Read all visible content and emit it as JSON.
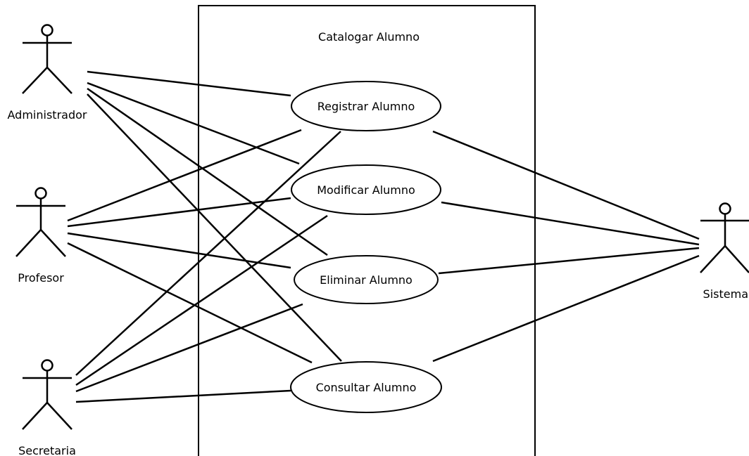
{
  "system_boundary": {
    "title": "Catalogar Alumno"
  },
  "actors": {
    "administrador": {
      "name": "Administrador"
    },
    "profesor": {
      "name": "Profesor"
    },
    "secretaria": {
      "name": "Secretaria"
    },
    "sistema": {
      "name": "Sistema"
    }
  },
  "use_cases": {
    "registrar": {
      "label": "Registrar Alumno"
    },
    "modificar": {
      "label": "Modificar Alumno"
    },
    "eliminar": {
      "label": "Eliminar Alumno"
    },
    "consultar": {
      "label": "Consultar Alumno"
    }
  },
  "colors": {
    "stroke": "#000000",
    "background": "#ffffff"
  }
}
